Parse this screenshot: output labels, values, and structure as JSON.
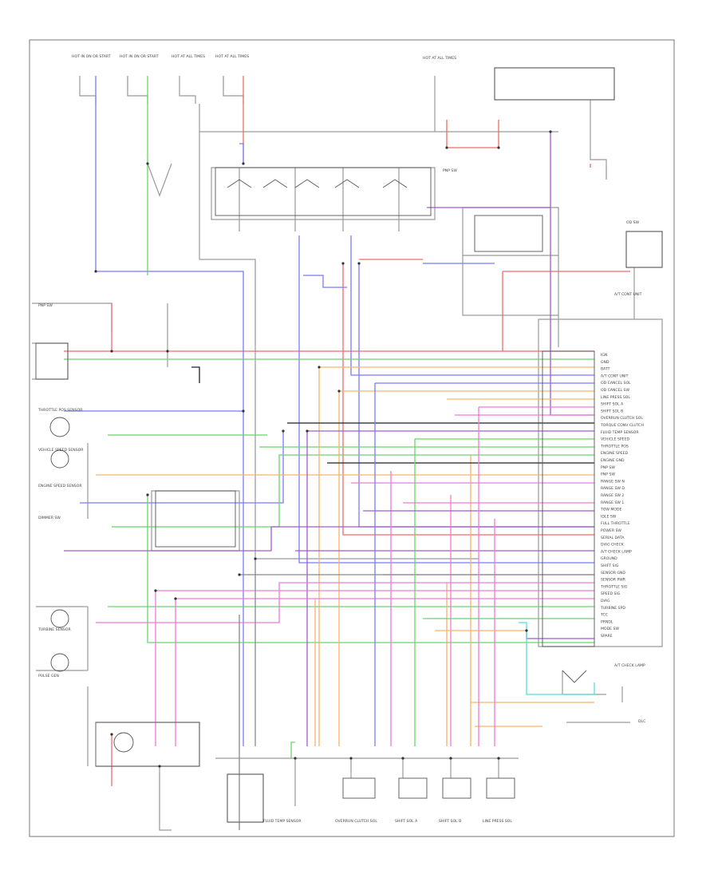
{
  "diagram": {
    "labels": {
      "ecu_pins": [
        "IGN",
        "GND",
        "BATT",
        "A/T CONT UNIT",
        "OD CANCEL SOL",
        "OD CANCEL SW",
        "LINE PRESS SOL",
        "SHIFT SOL A",
        "SHIFT SOL B",
        "OVERRUN CLUTCH SOL",
        "TORQUE CONV CLUTCH",
        "FLUID TEMP SENSOR",
        "VEHICLE SPEED",
        "THROTTLE POS",
        "ENGINE SPEED",
        "ENGINE GND",
        "PNP SW",
        "PNP SW",
        "RANGE SW N",
        "RANGE SW D",
        "RANGE SW 2",
        "RANGE SW 1",
        "TOW MODE",
        "IDLE SW",
        "FULL THROTTLE",
        "POWER SW",
        "SERIAL DATA",
        "DIAG CHECK",
        "A/T CHECK LAMP",
        "GROUND",
        "SHIFT SIG",
        "SENSOR GND",
        "SENSOR PWR",
        "THROTTLE SIG",
        "SPEED SIG",
        "DIAG",
        "TURBINE SPD",
        "TCC",
        "PRNDL",
        "MODE SW",
        "SPARE"
      ],
      "top_fuses": [
        "HOT IN ON OR START",
        "HOT IN ON OR START",
        "HOT AT ALL TIMES",
        "HOT AT ALL TIMES",
        "HOT AT ALL TIMES"
      ],
      "solenoids": [
        "FLUID TEMP SENSOR",
        "OVERRUN CLUTCH SOL",
        "SHIFT SOL A",
        "SHIFT SOL B",
        "LINE PRESS SOL"
      ],
      "left_components": [
        "PNP SW",
        "THROTTLE POS SENSOR",
        "VEHICLE SPEED SENSOR",
        "ENGINE SPEED SENSOR",
        "DIMMER SW",
        "TURBINE SENSOR",
        "PULSE GEN"
      ],
      "right_components": [
        "A/T CONT UNIT",
        "PNP SW",
        "OD SW",
        "A/T CHECK LAMP",
        "DLC"
      ]
    }
  }
}
